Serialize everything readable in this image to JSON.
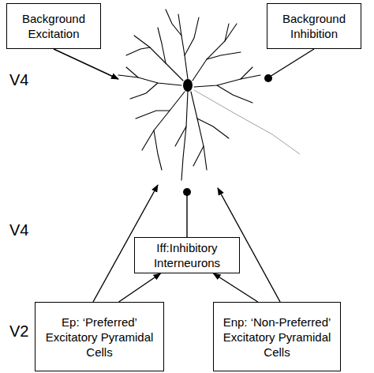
{
  "diagram": {
    "nodes": [
      {
        "text": [
          "Background Excitation"
        ]
      },
      {
        "text": [
          "Background Inhibition"
        ]
      },
      {
        "text": [
          "Iff:Inhibitory Interneurons"
        ]
      },
      {
        "text": [
          "Ep: ‘Preferred’ Excitatory Pyramidal Cells"
        ]
      },
      {
        "text": [
          "Enp: ‘Non-Preferred’ Excitatory Pyramidal Cells"
        ]
      }
    ],
    "edges": [
      {
        "from": 3,
        "to": 2,
        "arrow": "to"
      },
      {
        "from": 4,
        "to": 2,
        "arrow": "to"
      }
    ],
    "labels": [
      "V4",
      "V4",
      "V2"
    ]
  }
}
